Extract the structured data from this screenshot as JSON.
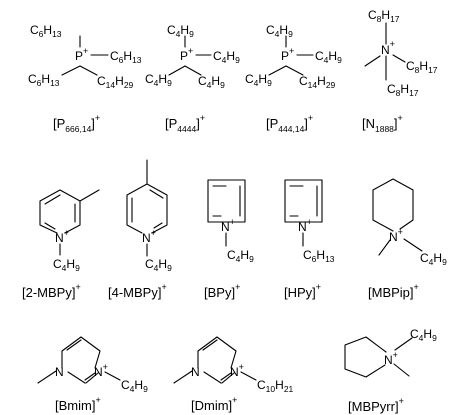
{
  "cations": [
    {
      "id": "p666_14",
      "caption": {
        "base": "[P",
        "sub": "666,14",
        "close": "]",
        "charge": "+"
      }
    },
    {
      "id": "p4444",
      "caption": {
        "base": "[P",
        "sub": "4444",
        "close": "]",
        "charge": "+"
      }
    },
    {
      "id": "p444_14",
      "caption": {
        "base": "[P",
        "sub": "444,14",
        "close": "]",
        "charge": "+"
      }
    },
    {
      "id": "n1888",
      "caption": {
        "base": "[N",
        "sub": "1888",
        "close": "]",
        "charge": "+"
      }
    },
    {
      "id": "2mbpy",
      "caption": {
        "base": "[2-MBPy]",
        "sub": "",
        "close": "",
        "charge": "+"
      }
    },
    {
      "id": "4mbpy",
      "caption": {
        "base": "[4-MBPy]",
        "sub": "",
        "close": "",
        "charge": "+"
      }
    },
    {
      "id": "bpy",
      "caption": {
        "base": "[BPy]",
        "sub": "",
        "close": "",
        "charge": "+"
      }
    },
    {
      "id": "hpy",
      "caption": {
        "base": "[HPy]",
        "sub": "",
        "close": "",
        "charge": "+"
      }
    },
    {
      "id": "mbpip",
      "caption": {
        "base": "[MBPip]",
        "sub": "",
        "close": "",
        "charge": "+"
      }
    },
    {
      "id": "bmim",
      "caption": {
        "base": "[Bmim]",
        "sub": "",
        "close": "",
        "charge": "+"
      }
    },
    {
      "id": "dmim",
      "caption": {
        "base": "[Dmim]",
        "sub": "",
        "close": "",
        "charge": "+"
      }
    },
    {
      "id": "mbpyrr",
      "caption": {
        "base": "[MBPyrr]",
        "sub": "",
        "close": "",
        "charge": "+"
      }
    }
  ],
  "atoms": {
    "p": "P",
    "n": "N",
    "plus": "+",
    "c": "C",
    "h": "H",
    "sub_6": "6",
    "sub_4": "4",
    "sub_8": "8",
    "sub_9": "9",
    "sub_10": "10",
    "sub_13": "13",
    "sub_14": "14",
    "sub_17": "17",
    "sub_21": "21",
    "sub_29": "29"
  },
  "groups": {
    "p666_14": [
      "C6H13",
      "C6H13",
      "C6H13",
      "C14H29"
    ],
    "p4444": [
      "C4H9",
      "C4H9",
      "C4H9",
      "C4H9"
    ],
    "p444_14": [
      "C4H9",
      "C4H9",
      "C4H9",
      "C14H29"
    ],
    "n1888": [
      "C8H17",
      "C8H17",
      "C8H17"
    ],
    "2mbpy": [
      "C4H9"
    ],
    "4mbpy": [
      "C4H9"
    ],
    "bpy": [
      "C4H9"
    ],
    "hpy": [
      "C6H13"
    ],
    "mbpip": [
      "C4H9"
    ],
    "bmim": [
      "C4H9"
    ],
    "dmim": [
      "C10H21"
    ],
    "mbpyrr": [
      "C4H9"
    ]
  },
  "colors": {
    "ink": "#000000",
    "background": "#ffffff"
  }
}
